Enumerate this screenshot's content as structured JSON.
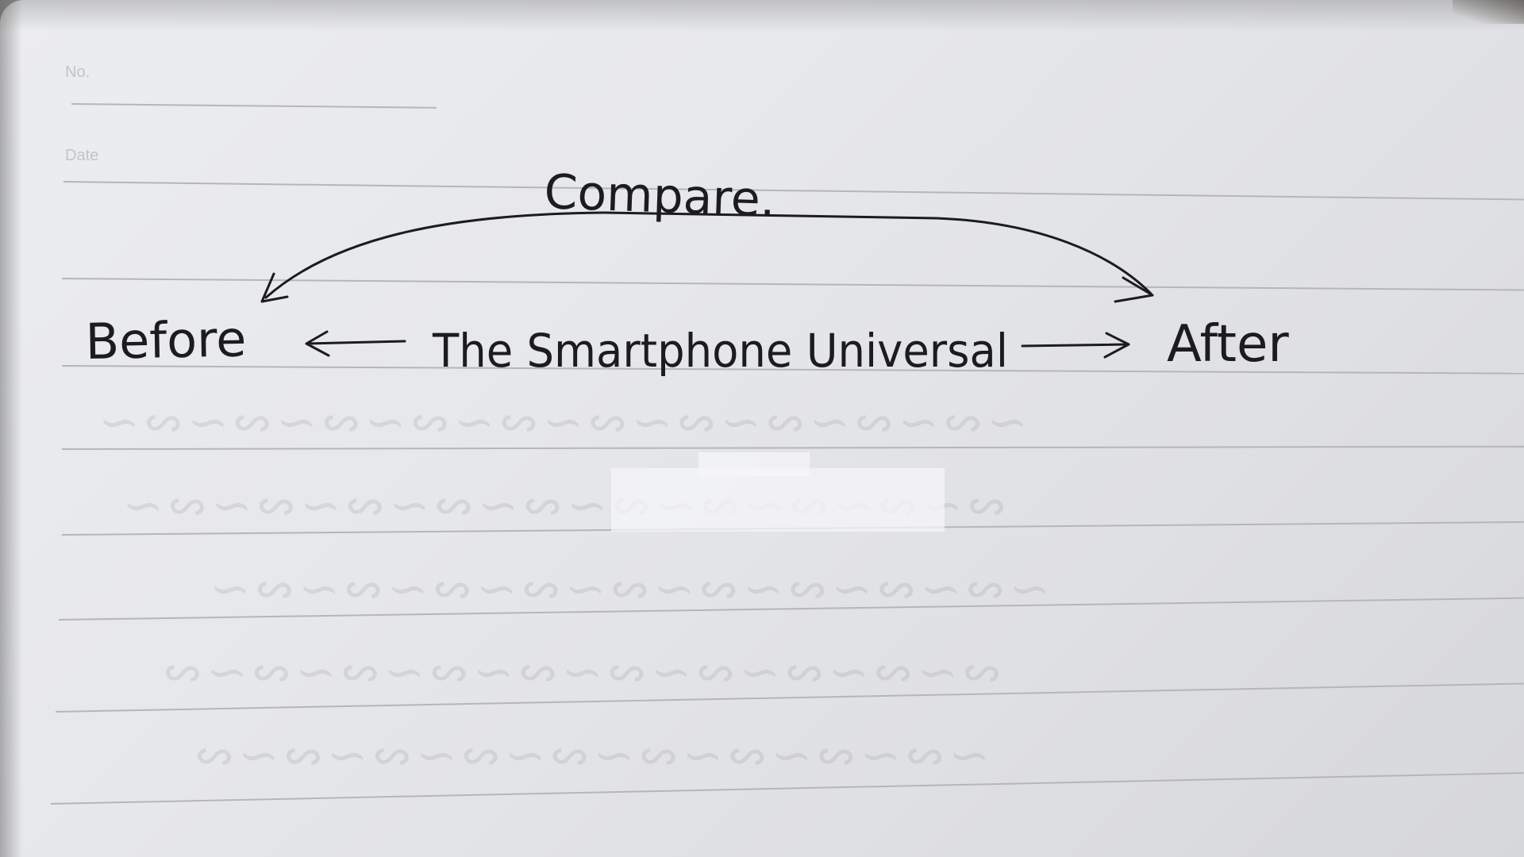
{
  "notebook": {
    "header": {
      "no_label": "No.",
      "date_label": "Date"
    },
    "diagram": {
      "center_label": "The Smartphone Universal",
      "left_label": "Before",
      "right_label": "After",
      "top_label": "Compare."
    }
  },
  "colors": {
    "paper": "#e6e7ea",
    "ink": "#1c1c1e",
    "ruled_line": "#b4b6ba"
  }
}
